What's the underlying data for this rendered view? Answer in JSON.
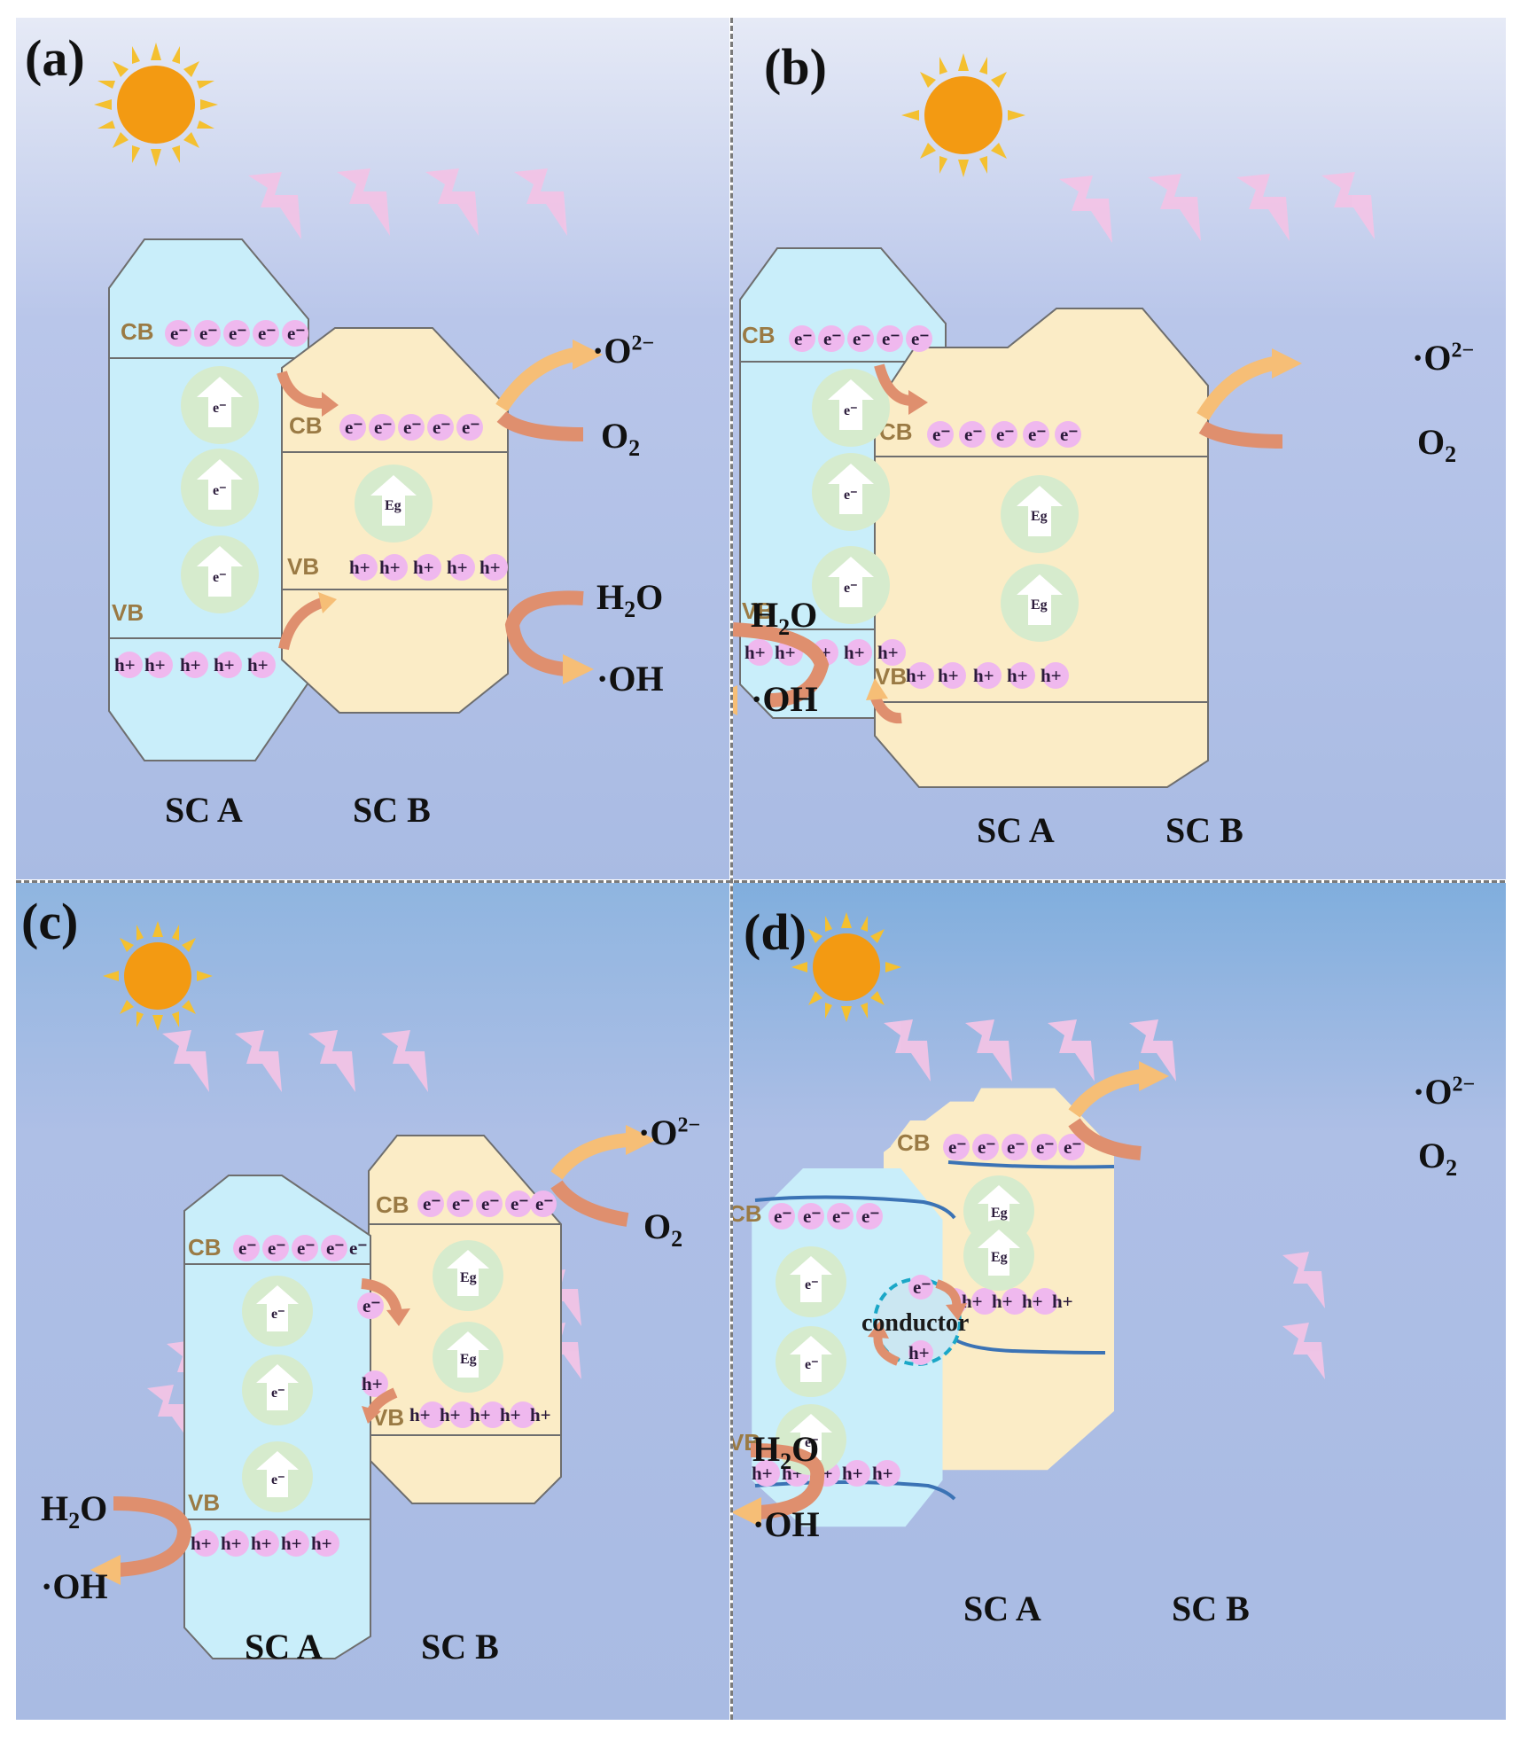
{
  "panels": [
    {
      "label": "(a)",
      "sc_a": "SC A",
      "sc_b": "SC B",
      "o2_product": "·O",
      "o2_sup": "2−",
      "o2_reactant": "O",
      "o2_sub": "2",
      "water": "H",
      "water_sub": "2",
      "water_o": "O",
      "oh": "·OH"
    },
    {
      "label": "(b)",
      "sc_a": "SC A",
      "sc_b": "SC B",
      "o2_product": "·O",
      "o2_sup": "2−",
      "o2_reactant": "O",
      "o2_sub": "2",
      "water": "H",
      "water_sub": "2",
      "water_o": "O",
      "oh": "·OH"
    },
    {
      "label": "(c)",
      "sc_a": "SC A",
      "sc_b": "SC B",
      "o2_product": "·O",
      "o2_sup": "2−",
      "o2_reactant": "O",
      "o2_sub": "2",
      "water": "H",
      "water_sub": "2",
      "water_o": "O",
      "oh": "·OH"
    },
    {
      "label": "(d)",
      "sc_a": "SC A",
      "sc_b": "SC B",
      "o2_product": "·O",
      "o2_sup": "2−",
      "o2_reactant": "O",
      "o2_sub": "2",
      "water": "H",
      "water_sub": "2",
      "water_o": "O",
      "oh": "·OH"
    }
  ],
  "bands": {
    "cb": "CB",
    "vb": "VB"
  },
  "carriers": {
    "electron": "e⁻",
    "hole": "h+",
    "gap": "Eg"
  },
  "conductor": "conductor",
  "colors": {
    "sky_top": "#e6eaf6",
    "sky_bottom": "#a7b8e2",
    "sc_a_fill": "#c9eefa",
    "sc_b_fill": "#fbecc6",
    "sun": "#f39a12",
    "ray": "#f4c030",
    "arrow_in": "#df8f6e",
    "arrow_out": "#f6be76",
    "bubble": "#efb8ee",
    "circle": "#d6ebcd"
  }
}
